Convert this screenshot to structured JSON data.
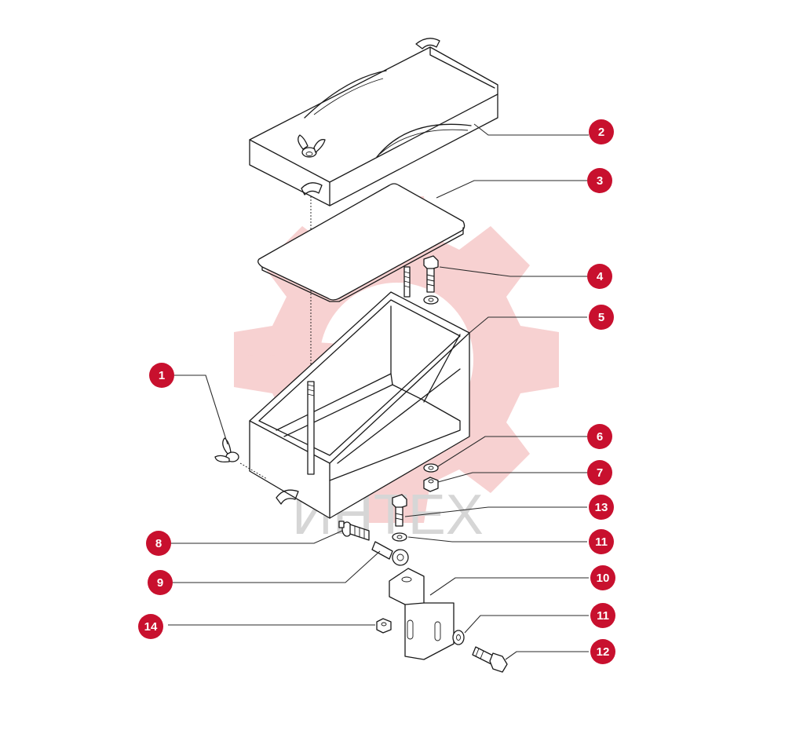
{
  "watermark": {
    "text": "ИНТЕХ",
    "gear_color": "#f6c9c9",
    "text_color": "#d6d6d6"
  },
  "badge_color": "#c8102e",
  "callouts": [
    {
      "id": "1",
      "label": "1"
    },
    {
      "id": "2",
      "label": "2"
    },
    {
      "id": "3",
      "label": "3"
    },
    {
      "id": "4",
      "label": "4"
    },
    {
      "id": "5",
      "label": "5"
    },
    {
      "id": "6",
      "label": "6"
    },
    {
      "id": "7",
      "label": "7"
    },
    {
      "id": "8",
      "label": "8"
    },
    {
      "id": "9",
      "label": "9"
    },
    {
      "id": "10",
      "label": "10"
    },
    {
      "id": "11a",
      "label": "11"
    },
    {
      "id": "11b",
      "label": "11"
    },
    {
      "id": "12",
      "label": "12"
    },
    {
      "id": "13",
      "label": "13"
    },
    {
      "id": "14",
      "label": "14"
    }
  ],
  "parts": [
    {
      "callout": "1",
      "icon": "wing-nut-icon"
    },
    {
      "callout": "2",
      "icon": "hopper-lid-icon"
    },
    {
      "callout": "3",
      "icon": "gasket-plate-icon"
    },
    {
      "callout": "4",
      "icon": "bolt-icon"
    },
    {
      "callout": "5",
      "icon": "hopper-box-icon"
    },
    {
      "callout": "6",
      "icon": "washer-icon"
    },
    {
      "callout": "7",
      "icon": "hex-nut-icon"
    },
    {
      "callout": "8",
      "icon": "threaded-stud-icon"
    },
    {
      "callout": "9",
      "icon": "ball-joint-icon"
    },
    {
      "callout": "10",
      "icon": "mounting-bracket-icon"
    },
    {
      "callout": "11",
      "icon": "washer-icon"
    },
    {
      "callout": "12",
      "icon": "bolt-icon"
    },
    {
      "callout": "13",
      "icon": "bolt-icon"
    },
    {
      "callout": "14",
      "icon": "hex-nut-icon"
    }
  ]
}
